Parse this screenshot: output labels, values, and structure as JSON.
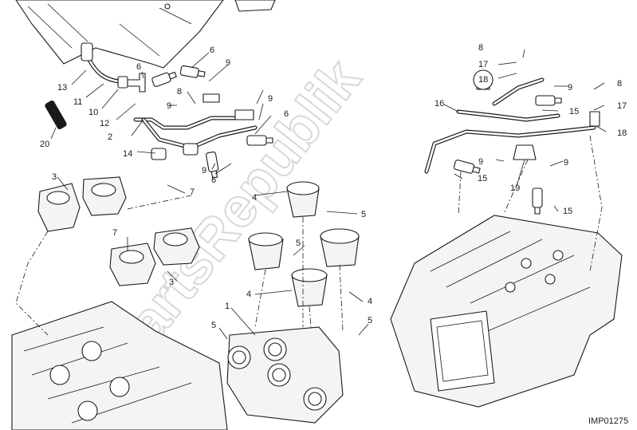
{
  "diagram": {
    "reference_code": "IMP01275",
    "watermark_text": "PartsRepublik",
    "colors": {
      "line": "#1a1a1a",
      "background": "#ffffff",
      "watermark": "#d8d8d8"
    },
    "callouts": [
      {
        "id": "c1",
        "label": "8"
      },
      {
        "id": "c2",
        "label": "17"
      },
      {
        "id": "c3",
        "label": "18"
      },
      {
        "id": "c4",
        "label": "6"
      },
      {
        "id": "c5",
        "label": "9"
      },
      {
        "id": "c6",
        "label": "6"
      },
      {
        "id": "c7",
        "label": "13"
      },
      {
        "id": "c8",
        "label": "11"
      },
      {
        "id": "c9",
        "label": "10"
      },
      {
        "id": "c10",
        "label": "12"
      },
      {
        "id": "c11",
        "label": "8"
      },
      {
        "id": "c12",
        "label": "9"
      },
      {
        "id": "c13",
        "label": "2"
      },
      {
        "id": "c14",
        "label": "9"
      },
      {
        "id": "c15",
        "label": "6"
      },
      {
        "id": "c16",
        "label": "14"
      },
      {
        "id": "c17",
        "label": "9"
      },
      {
        "id": "c18",
        "label": "6"
      },
      {
        "id": "c19",
        "label": "20"
      },
      {
        "id": "c20",
        "label": "3"
      },
      {
        "id": "c21",
        "label": "7"
      },
      {
        "id": "c22",
        "label": "7"
      },
      {
        "id": "c23",
        "label": "3"
      },
      {
        "id": "c24",
        "label": "4"
      },
      {
        "id": "c25",
        "label": "5"
      },
      {
        "id": "c26",
        "label": "5"
      },
      {
        "id": "c27",
        "label": "4"
      },
      {
        "id": "c28",
        "label": "4"
      },
      {
        "id": "c29",
        "label": "1"
      },
      {
        "id": "c30",
        "label": "5"
      },
      {
        "id": "c31",
        "label": "5"
      },
      {
        "id": "c32",
        "label": "16"
      },
      {
        "id": "c33",
        "label": "9"
      },
      {
        "id": "c34",
        "label": "15"
      },
      {
        "id": "c35",
        "label": "8"
      },
      {
        "id": "c36",
        "label": "17"
      },
      {
        "id": "c37",
        "label": "18"
      },
      {
        "id": "c38",
        "label": "9"
      },
      {
        "id": "c39",
        "label": "15"
      },
      {
        "id": "c40",
        "label": "19"
      },
      {
        "id": "c41",
        "label": "9"
      },
      {
        "id": "c42",
        "label": "15"
      }
    ]
  }
}
